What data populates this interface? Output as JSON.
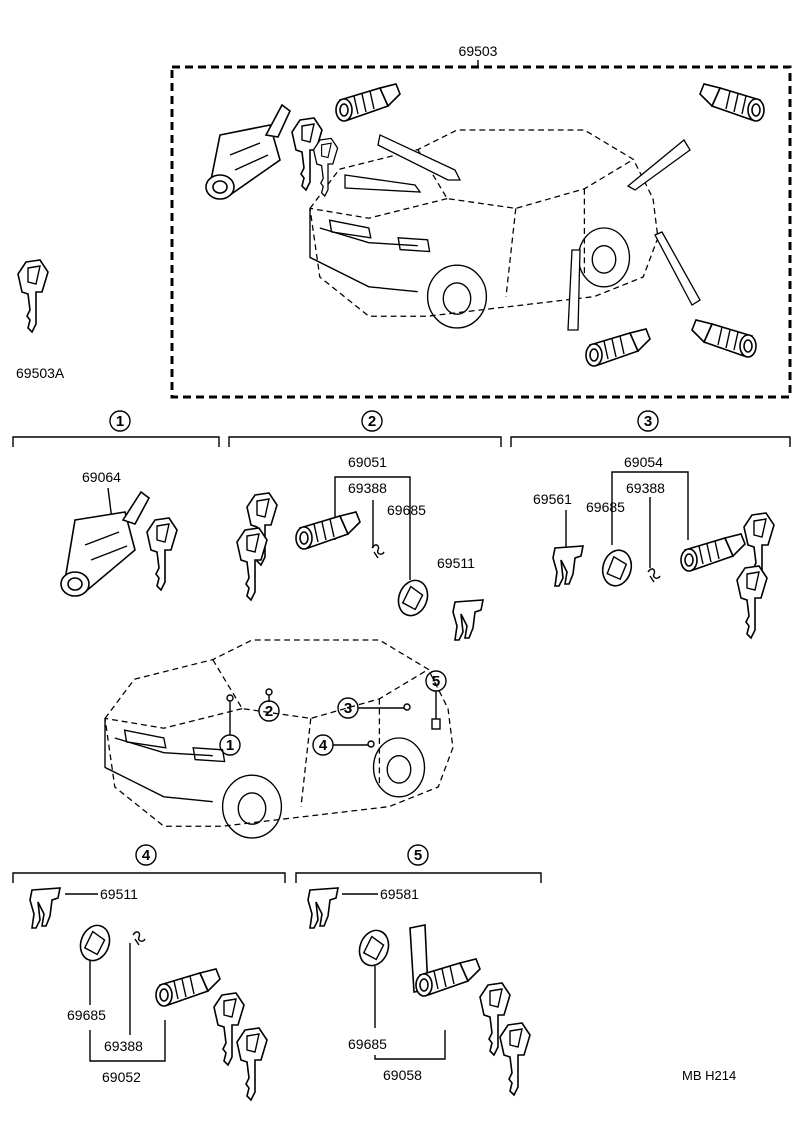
{
  "assembly_label": "69503",
  "key_label": "69503A",
  "sections": {
    "s1": {
      "marker": "1",
      "part_ignition": "69064"
    },
    "s2": {
      "marker": "2",
      "set": "69051",
      "spring": "69388",
      "pad": "69685",
      "retainer": "69511"
    },
    "s3": {
      "marker": "3",
      "set": "69054",
      "spring": "69388",
      "pad": "69685",
      "retainer": "69561"
    },
    "s4": {
      "marker": "4",
      "retainer": "69511",
      "pad": "69685",
      "spring": "69388",
      "set": "69052"
    },
    "s5": {
      "marker": "5",
      "retainer": "69581",
      "pad": "69685",
      "set": "69058"
    }
  },
  "car_markers": [
    "1",
    "2",
    "3",
    "4",
    "5"
  ],
  "footer_code": "MB  H214"
}
